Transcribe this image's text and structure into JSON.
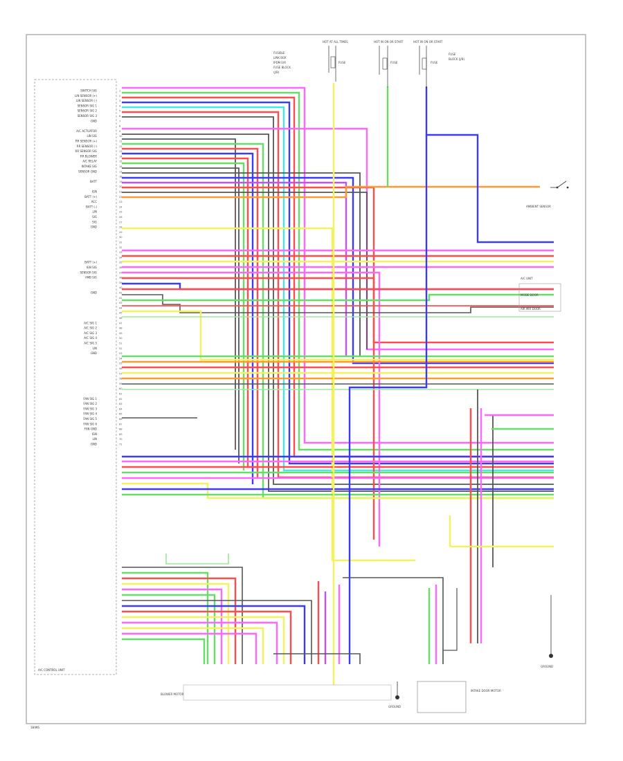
{
  "module_label": "A/C CONTROL UNIT",
  "footer_code": "18/WS",
  "top_fuses": [
    {
      "label": "HOT AT ALL TIMES"
    },
    {
      "label": "HOT IN ON OR START"
    },
    {
      "label": "HOT IN ON OR START"
    }
  ],
  "fuse_notes": [
    "FUSE",
    "FUSE",
    "FUSE"
  ],
  "right_component_note": "AMBIENT SENSOR",
  "left_pins": [
    "SWITCH SIG",
    "LIN SENSOR (+)",
    "LIN SENSOR (-)",
    "SENSOR SIG 1",
    "SENSOR SIG 2",
    "SENSOR SIG 3",
    "GND",
    "",
    "A/C ACTUATOR",
    "LIN SIG",
    "RR SENSOR (+)",
    "RR SENSOR (-)",
    "RR SENSOR SIG",
    "RR BLOWER",
    "A/C RELAY",
    "INTAKE SIG",
    "SENSOR GND",
    "",
    "BATT",
    "",
    "IGN",
    "BATT (+)",
    "ACC",
    "BATT (-)",
    "LIN",
    "SIG",
    "SIG",
    "GND",
    "",
    "",
    "",
    "",
    "",
    "",
    "BATT (+)",
    "IGN SIG",
    "SENSOR SIG",
    "AMB SIG",
    "",
    "",
    "GND",
    "",
    "",
    "",
    "",
    "",
    "A/C SIG 1",
    "A/C SIG 2",
    "A/C SIG 3",
    "A/C SIG 4",
    "A/C SIG 5",
    "LIN",
    "GND",
    "",
    "",
    "",
    "",
    "",
    "",
    "",
    "",
    "FAN SIG 1",
    "FAN SIG 2",
    "FAN SIG 3",
    "FAN SIG 4",
    "FAN SIG 5",
    "FAN SIG 6",
    "FAN GND",
    "IGN",
    "LIN",
    "GND"
  ],
  "bottom_components": [
    {
      "label": "BLOWER MOTOR"
    },
    {
      "label": "GROUND"
    },
    {
      "label": "INTAKE DOOR MOTOR"
    },
    {
      "label": "GROUND"
    }
  ],
  "right_connectors": [
    {
      "label": "A/C UNIT"
    },
    {
      "label": "MODE DOOR"
    },
    {
      "label": "AIR MIX DOOR"
    }
  ],
  "colors": {
    "red": "#ff4d4d",
    "blue": "#3a3aff",
    "green": "#66dd66",
    "yellow": "#f2f25a",
    "pink": "#ff66ff",
    "cyan": "#44e8e8",
    "orange": "#ff9a33",
    "gray": "#555555",
    "violet": "#c050ff",
    "lightgreen": "#9be89b",
    "tan": "#cc9966"
  }
}
